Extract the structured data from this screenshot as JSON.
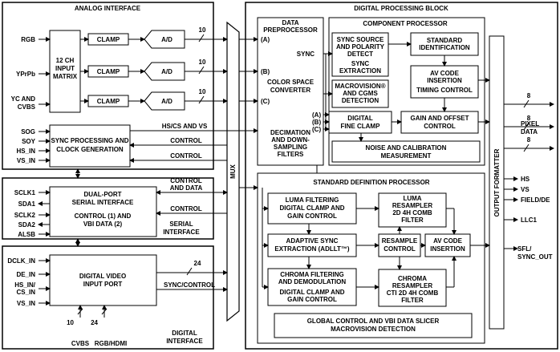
{
  "analog": {
    "title": "ANALOG INTERFACE",
    "inputs": [
      "RGB",
      "YPrPb",
      "YC AND",
      "CVBS"
    ],
    "matrix": [
      "12 CH",
      "INPUT",
      "MATRIX"
    ],
    "clamp": "CLAMP",
    "ad": "A/D",
    "bus10": "10",
    "sync_inputs": [
      "SOG",
      "SOY",
      "HS_IN",
      "VS_IN"
    ],
    "sync_block": [
      "SYNC PROCESSING AND",
      "CLOCK GENERATION"
    ],
    "hscs_vs": "HS/CS AND VS",
    "control": "CONTROL"
  },
  "serial": {
    "inputs": [
      "SCLK1",
      "SDA1",
      "SCLK2",
      "SDA2",
      "ALSB"
    ],
    "block": [
      "DUAL-PORT",
      "SERIAL INTERFACE",
      "CONTROL (1) AND",
      "VBI DATA (2)"
    ],
    "control_and_data": [
      "CONTROL",
      "AND DATA"
    ],
    "control": "CONTROL",
    "label": [
      "SERIAL",
      "INTERFACE"
    ]
  },
  "digital": {
    "inputs": [
      "DCLK_IN",
      "DE_IN",
      "HS_IN/",
      "CS_IN",
      "VS_IN"
    ],
    "block": [
      "DIGITAL VIDEO",
      "INPUT PORT"
    ],
    "bus24": "24",
    "sync_control": "SYNC/CONTROL",
    "bottom": [
      "10",
      "24",
      "CVBS",
      "RGB/HDMI"
    ],
    "label": [
      "DIGITAL",
      "INTERFACE"
    ]
  },
  "mux": "MUX",
  "dpb": {
    "title": "DIGITAL PROCESSING BLOCK",
    "pre": [
      "DATA",
      "PREPROCESSOR"
    ],
    "abc": [
      "(A)",
      "(B)",
      "(C)"
    ],
    "sync": "SYNC",
    "csc": [
      "COLOR SPACE",
      "CONVERTER"
    ],
    "decim": [
      "DECIMATION",
      "AND DOWN-",
      "SAMPLING",
      "FILTERS"
    ],
    "comp": {
      "title": "COMPONENT PROCESSOR",
      "sync_source": [
        "SYNC SOURCE",
        "AND POLARITY",
        "DETECT",
        "SYNC",
        "EXTRACTION"
      ],
      "std_id": [
        "STANDARD",
        "IDENTIFICATION"
      ],
      "macro": [
        "MACROVISION®",
        "AND CGMS",
        "DETECTION"
      ],
      "av_code": [
        "AV CODE",
        "INSERTION",
        "TIMING CONTROL"
      ],
      "abc": [
        "(A)",
        "(B)",
        "(C)"
      ],
      "fine_clamp": [
        "DIGITAL",
        "FINE CLAMP"
      ],
      "gain_offset": [
        "GAIN AND OFFSET",
        "CONTROL"
      ],
      "noise": [
        "NOISE AND CALIBRATION",
        "MEASUREMENT"
      ]
    },
    "sdp": {
      "title": "STANDARD DEFINITION PROCESSOR",
      "luma": [
        "LUMA FILTERING",
        "DIGITAL CLAMP AND",
        "GAIN CONTROL"
      ],
      "luma_res": [
        "LUMA",
        "RESAMPLER",
        "2D 4H COMB",
        "FILTER"
      ],
      "adaptive": [
        "ADAPTIVE SYNC",
        "EXTRACTION (ADLLT™)"
      ],
      "resample": [
        "RESAMPLE",
        "CONTROL"
      ],
      "av_code": [
        "AV CODE",
        "INSERTION"
      ],
      "chroma": [
        "CHROMA FILTERING",
        "AND DEMODULATION",
        "DIGITAL CLAMP AND",
        "GAIN CONTROL"
      ],
      "chroma_res": [
        "CHROMA",
        "RESAMPLER",
        "CTI 2D 4H COMB",
        "FILTER"
      ],
      "global": [
        "GLOBAL CONTROL AND VBI DATA SLICER",
        "MACROVISION DETECTION"
      ]
    },
    "formatter": "OUTPUT FORMATTER",
    "outputs": {
      "bus8": "8",
      "pixel": [
        "PIXEL",
        "DATA"
      ],
      "hs": "HS",
      "vs": "VS",
      "field": "FIELD/DE",
      "llc": "LLC1",
      "sfl": [
        "SFL/",
        "SYNC_OUT"
      ]
    }
  }
}
